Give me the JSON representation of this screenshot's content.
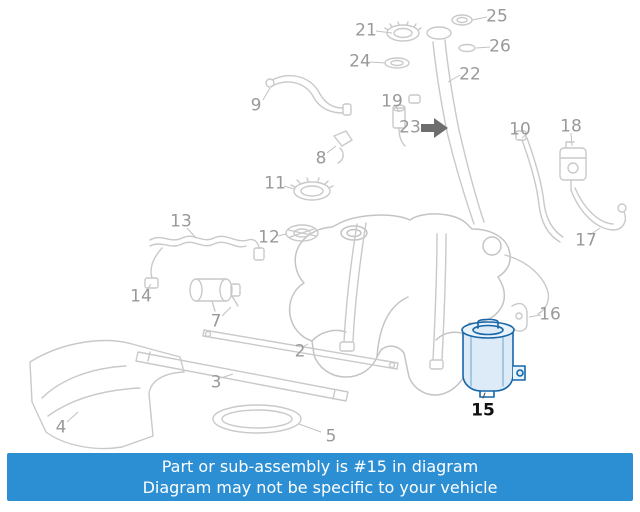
{
  "diagram": {
    "type": "vehicle-fuel-tank-parts-diagram",
    "highlighted_part_number": "15",
    "line_color": "#c9c9c9",
    "label_color": "#999999",
    "highlight_stroke": "#1766a8",
    "highlight_fill": "#dcebf7"
  },
  "callouts": [
    {
      "label": "2"
    },
    {
      "label": "3"
    },
    {
      "label": "4"
    },
    {
      "label": "5"
    },
    {
      "label": "7"
    },
    {
      "label": "8"
    },
    {
      "label": "9"
    },
    {
      "label": "10"
    },
    {
      "label": "11"
    },
    {
      "label": "12"
    },
    {
      "label": "13"
    },
    {
      "label": "14"
    },
    {
      "label": "15"
    },
    {
      "label": "16"
    },
    {
      "label": "17"
    },
    {
      "label": "18"
    },
    {
      "label": "19"
    },
    {
      "label": "21"
    },
    {
      "label": "22"
    },
    {
      "label": "23"
    },
    {
      "label": "24"
    },
    {
      "label": "25"
    },
    {
      "label": "26"
    }
  ],
  "banner": {
    "line1": "Part or sub-assembly is #15 in diagram",
    "line2": "Diagram may not be specific to your vehicle",
    "background_color": "#2d8fd3",
    "text_color": "#ffffff"
  }
}
